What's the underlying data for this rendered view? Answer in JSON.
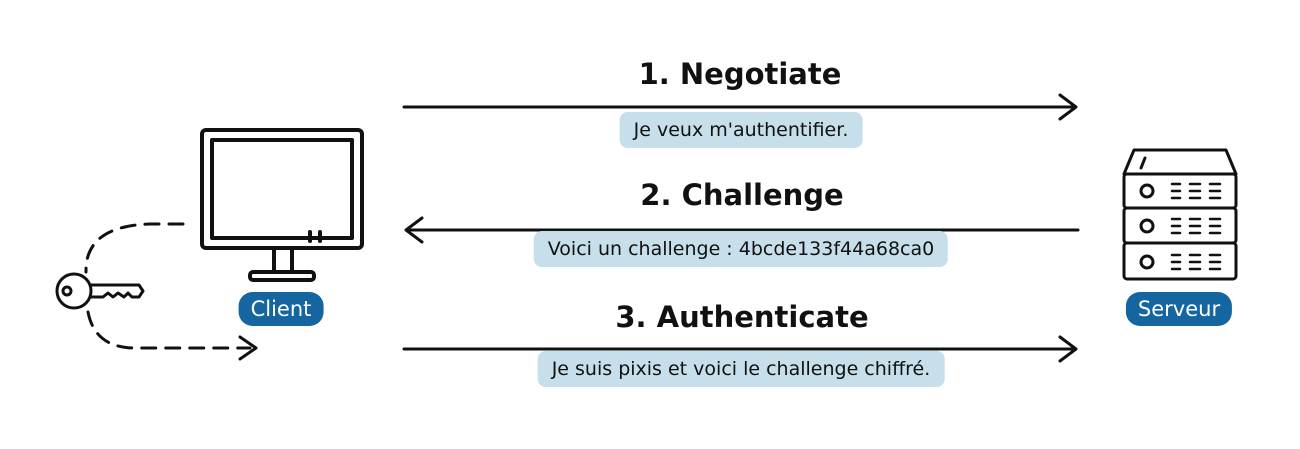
{
  "colors": {
    "stroke": "#111111",
    "bubble": "#c6dfea",
    "label_bg": "#1565a0",
    "label_text": "#ffffff"
  },
  "client": {
    "label": "Client",
    "icon": "monitor-icon"
  },
  "server": {
    "label": "Serveur",
    "icon": "server-rack-icon"
  },
  "key": {
    "icon": "key-icon"
  },
  "steps": [
    {
      "title": "1. Negotiate",
      "message": "Je veux m'authentifier.",
      "direction": "to-server"
    },
    {
      "title": "2. Challenge",
      "message": "Voici un challenge : 4bcde133f44a68ca0",
      "direction": "to-client"
    },
    {
      "title": "3. Authenticate",
      "message": "Je suis pixis et voici le challenge chiffré.",
      "direction": "to-server"
    }
  ]
}
